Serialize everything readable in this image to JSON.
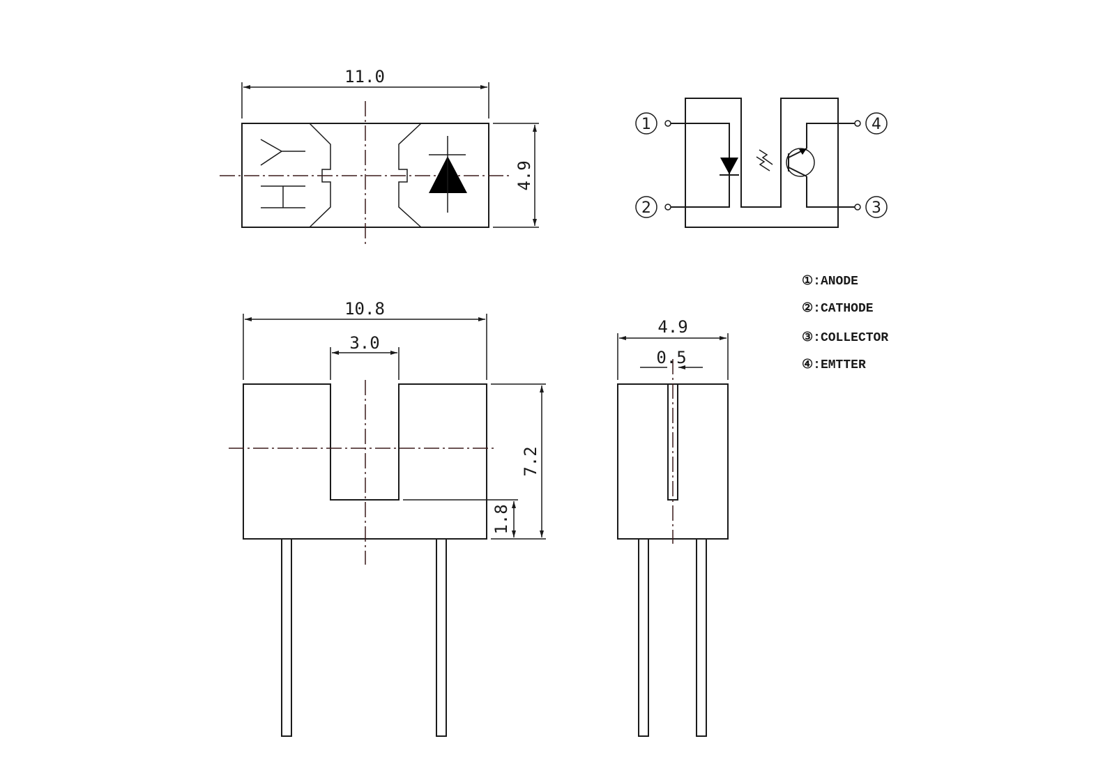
{
  "dimensions": {
    "top_width": "11.0",
    "top_height": "4.9",
    "front_width": "10.8",
    "slot_width": "3.0",
    "front_height": "7.2",
    "slot_bottom": "1.8",
    "side_width": "4.9",
    "side_slot": "0.5"
  },
  "schematic": {
    "pins": [
      "1",
      "2",
      "3",
      "4"
    ]
  },
  "legend": [
    {
      "num": "①",
      "text": ":ANODE"
    },
    {
      "num": "②",
      "text": ":CATHODE"
    },
    {
      "num": "③",
      "text": ":COLLECTOR"
    },
    {
      "num": "④",
      "text": ":EMTTER"
    }
  ]
}
